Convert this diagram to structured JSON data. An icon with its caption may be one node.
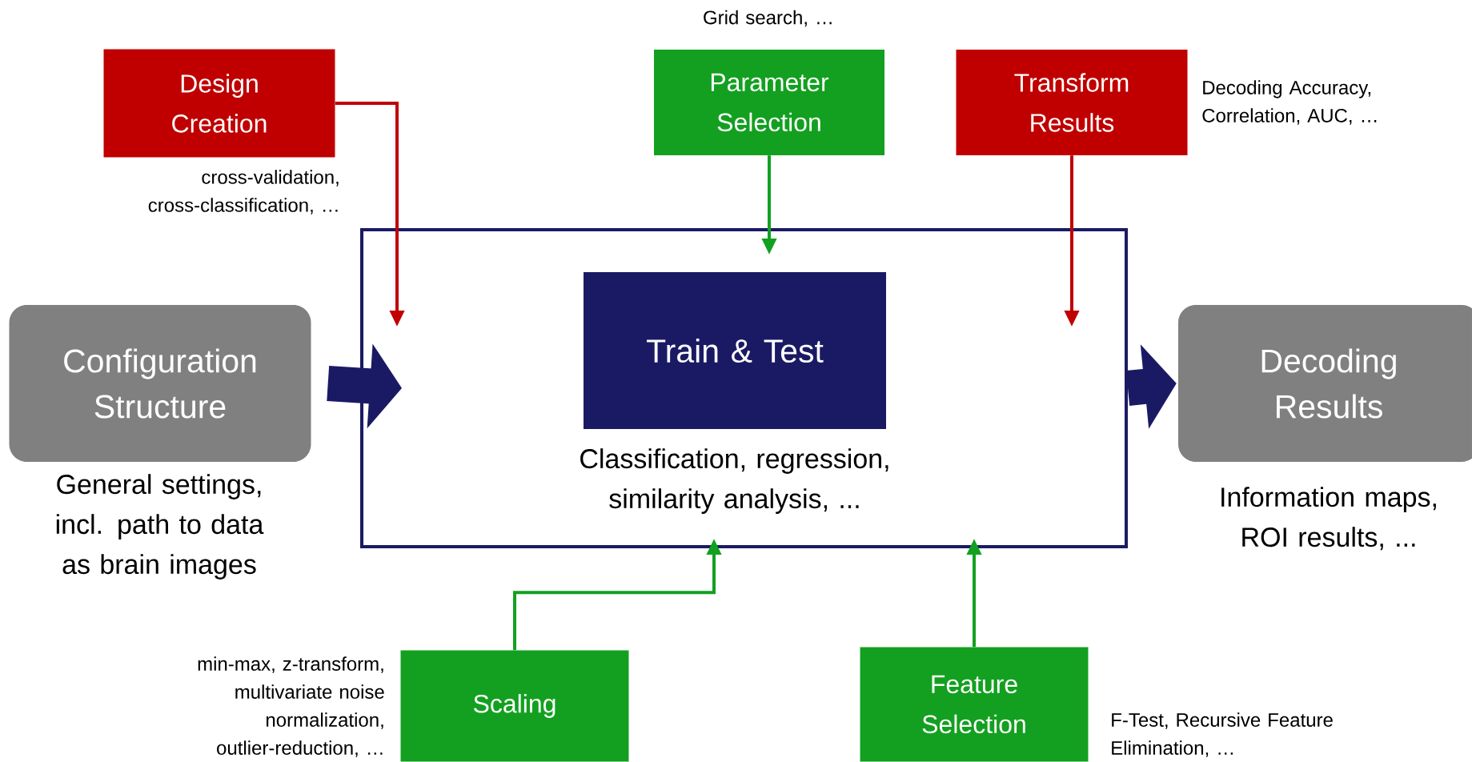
{
  "diagram": {
    "nodes": [
      {
        "text": [
          "Design Creation"
        ],
        "beside": [
          "cross-validation, cross-classification, …"
        ]
      },
      {
        "text": [
          "Parameter Selection"
        ],
        "beside": [
          "Grid search, …"
        ]
      },
      {
        "text": [
          "Transform Results"
        ],
        "beside": [
          "Decoding Accuracy, Correlation, AUC, …"
        ]
      },
      {
        "text": [
          "Configuration Structure"
        ],
        "beside": [
          "General settings, incl. path to data as brain images"
        ]
      },
      {
        "text": [],
        "shape": "box"
      },
      {
        "text": [
          "Train & Test"
        ],
        "in": 4,
        "beside": [
          "Classification, regression, similarity analysis, ..."
        ]
      },
      {
        "text": [
          "Decoding Results"
        ],
        "beside": [
          "Information maps, ROI results, ..."
        ]
      },
      {
        "text": [
          "Scaling"
        ],
        "beside": [
          "min-max, z-transform, multivariate noise normalization, outlier-reduction, …"
        ]
      },
      {
        "text": [
          "Feature Selection"
        ],
        "beside": [
          "F-Test, Recursive Feature Elimination, …"
        ]
      }
    ],
    "edges": [
      {
        "from": 0,
        "to": 4,
        "arrow": "to",
        "color": "#c00000"
      },
      {
        "from": 1,
        "to": 4,
        "arrow": "to",
        "color": "#13a020"
      },
      {
        "from": 2,
        "to": 4,
        "arrow": "to",
        "color": "#c00000"
      },
      {
        "from": 3,
        "to": 4,
        "arrow": "to",
        "style": "thick",
        "color": "#1a1a64"
      },
      {
        "from": 4,
        "to": 6,
        "arrow": "to",
        "style": "thick",
        "color": "#1a1a64"
      },
      {
        "from": 7,
        "to": 4,
        "arrow": "to",
        "color": "#13a020"
      },
      {
        "from": 8,
        "to": 4,
        "arrow": "to",
        "color": "#13a020"
      }
    ]
  }
}
